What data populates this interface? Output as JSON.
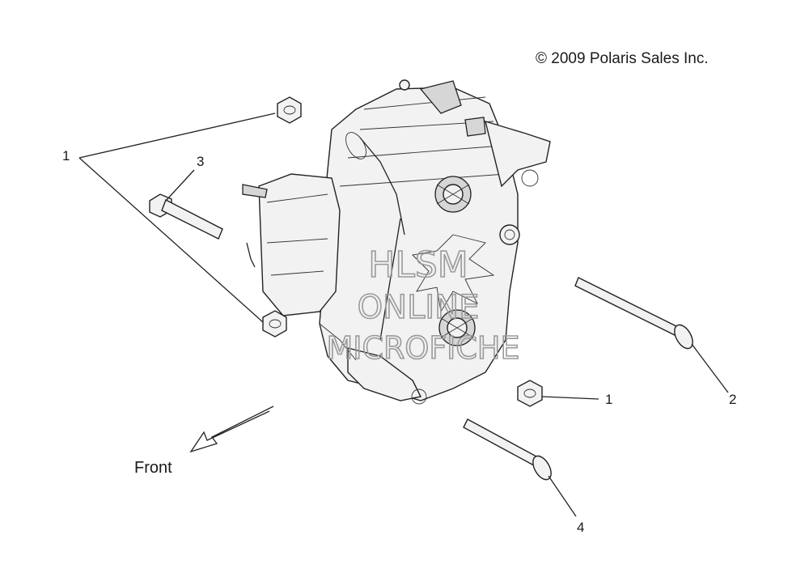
{
  "diagram": {
    "copyright": "© 2009 Polaris Sales Inc.",
    "front_label": "Front",
    "watermark": [
      "HLSM",
      "ONLINE",
      "MICROFICHE"
    ],
    "callouts": {
      "nut_top": "1",
      "nut_bottom_right": "1",
      "bolt_short": "3",
      "bolt_long_right": "2",
      "bolt_long_bottom": "4"
    }
  }
}
